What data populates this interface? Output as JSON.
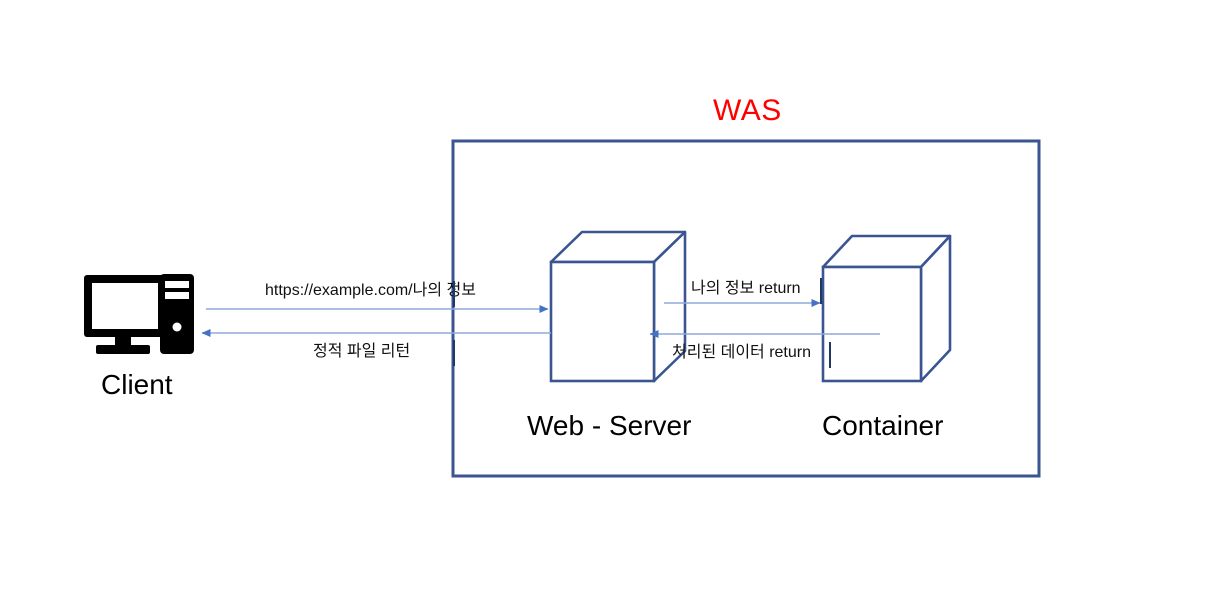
{
  "diagram": {
    "title": "WAS",
    "title_color": "#FF0000",
    "background_color": "#FFFFFF",
    "shape_stroke_color": "#3A5591",
    "arrow_color": "#5B8BC9",
    "nodes": [
      {
        "id": "client",
        "label": "Client",
        "icon": "desktop-computer-icon"
      },
      {
        "id": "web-server",
        "label": "Web - Server",
        "icon": "cube-icon"
      },
      {
        "id": "container",
        "label": "Container",
        "icon": "cube-icon"
      }
    ],
    "boundary": {
      "label": "WAS"
    },
    "edges": [
      {
        "id": "request",
        "label": "https://example.com/나의 정보",
        "from": "client",
        "to": "web-server",
        "direction": "right"
      },
      {
        "id": "static-return",
        "label": "정적 파일 리턴",
        "from": "web-server",
        "to": "client",
        "direction": "left"
      },
      {
        "id": "forward",
        "label": "나의 정보 return",
        "from": "web-server",
        "to": "container",
        "direction": "right"
      },
      {
        "id": "processed-return",
        "label": "처리된 데이터 return",
        "from": "container",
        "to": "web-server",
        "direction": "left"
      }
    ]
  }
}
